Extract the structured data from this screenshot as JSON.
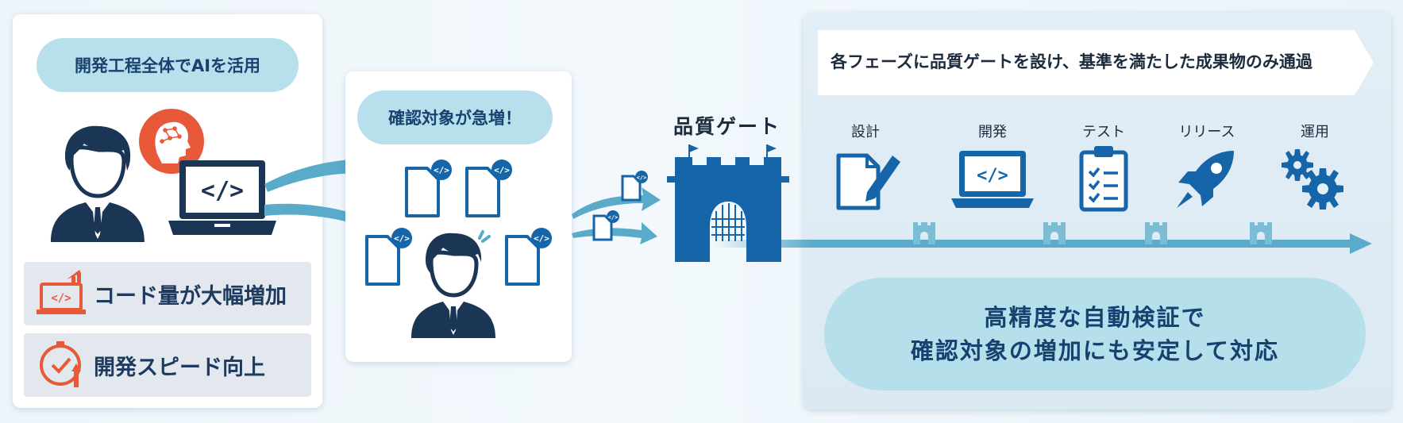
{
  "left": {
    "pill": "開発工程全体でAIを活用",
    "items": [
      {
        "icon": "laptop-code-chart-icon",
        "label": "コード量が大幅増加"
      },
      {
        "icon": "stopwatch-speed-icon",
        "label": "開発スピード向上"
      }
    ]
  },
  "middle": {
    "pill": "確認対象が急増！"
  },
  "gate": {
    "title": "品質ゲート"
  },
  "right": {
    "banner": "各フェーズに品質ゲートを設け、基準を満たした成果物のみ通過",
    "phases": [
      {
        "label": "設計",
        "icon": "document-pen-icon"
      },
      {
        "label": "開発",
        "icon": "laptop-code-icon"
      },
      {
        "label": "テスト",
        "icon": "checklist-clipboard-icon"
      },
      {
        "label": "リリース",
        "icon": "rocket-icon"
      },
      {
        "label": "運用",
        "icon": "gears-icon"
      }
    ],
    "result_line1": "高精度な自動検証で",
    "result_line2": "確認対象の増加にも安定して対応"
  },
  "colors": {
    "navy": "#17416f",
    "blue": "#1565a8",
    "light_blue": "#b8e0ec",
    "orange": "#e8593a",
    "arrow": "#5aaac9"
  }
}
